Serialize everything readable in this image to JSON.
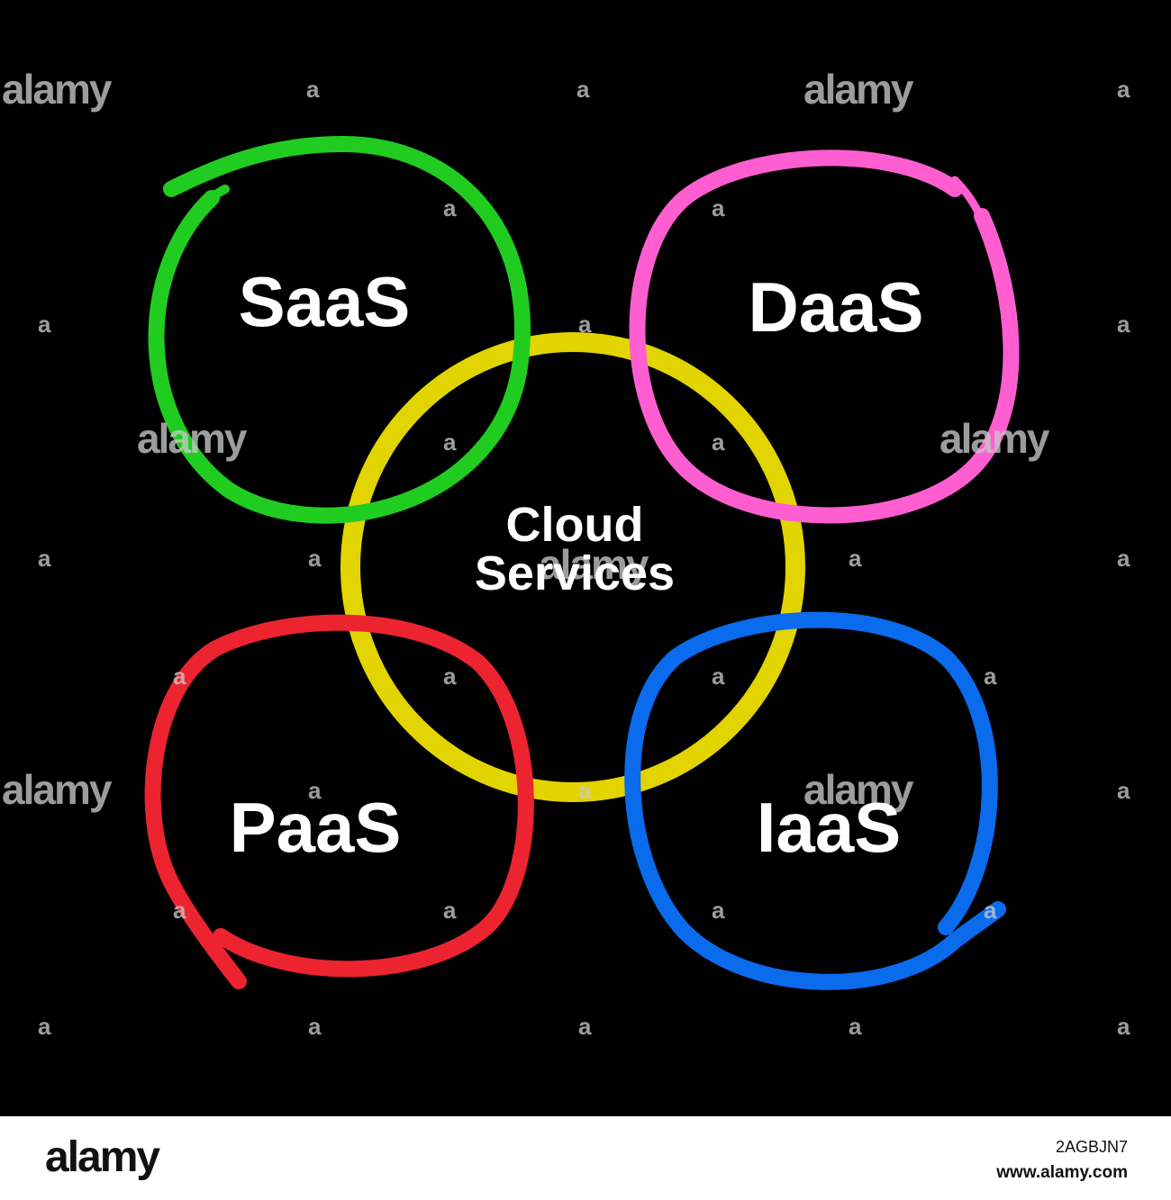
{
  "diagram": {
    "center": {
      "line1": "Cloud",
      "line2": "Services",
      "color": "#e2d400"
    },
    "nodes": [
      {
        "id": "saas",
        "label": "SaaS",
        "color": "#21cc21"
      },
      {
        "id": "daas",
        "label": "DaaS",
        "color": "#ff5ed0"
      },
      {
        "id": "paas",
        "label": "PaaS",
        "color": "#ec2430"
      },
      {
        "id": "iaas",
        "label": "IaaS",
        "color": "#0a6bec"
      }
    ],
    "background": "#000000"
  },
  "watermark": {
    "word": "alamy",
    "letter": "a"
  },
  "footer": {
    "logo": "alamy",
    "image_id": "2AGBJN7",
    "url": "www.alamy.com"
  }
}
